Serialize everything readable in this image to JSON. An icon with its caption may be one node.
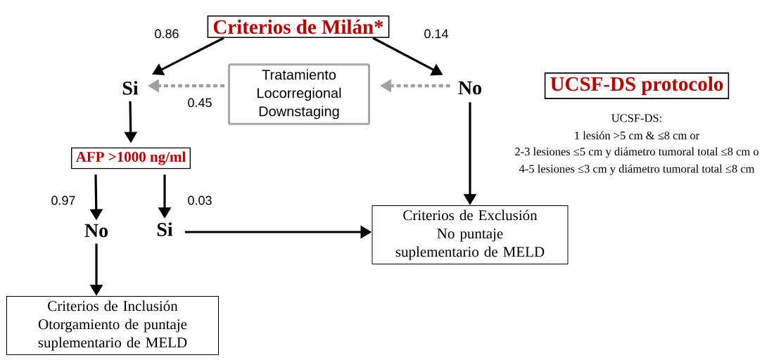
{
  "diagram": {
    "nodes": [
      {
        "text": [
          "Criterios de Milán*"
        ]
      },
      {
        "text": [
          "Si"
        ]
      },
      {
        "text": [
          "No"
        ]
      },
      {
        "text": [
          "Tratamiento Locorregional Downstaging"
        ]
      },
      {
        "text": [
          "AFP >1000 ng/ml"
        ]
      },
      {
        "text": [
          "No"
        ]
      },
      {
        "text": [
          "Si"
        ]
      },
      {
        "text": [
          "Criterios de Exclusión",
          "No puntaje suplementario de MELD"
        ]
      },
      {
        "text": [
          "Criterios de Inclusión",
          "Otorgamiento de puntaje suplementario de MELD"
        ]
      },
      {
        "text": [
          "UCSF-DS protocolo"
        ],
        "beside": [
          "UCSF-DS:",
          "1 lesión >5 cm & ≤8 cm or",
          "2-3 lesiones ≤5 cm y diámetro tumoral total ≤8 cm o",
          "4-5 lesiones ≤3 cm y diámetro tumoral total ≤8 cm"
        ]
      }
    ],
    "edges": [
      {
        "from": 0,
        "to": 1,
        "arrow": "to",
        "label": "0.86"
      },
      {
        "from": 0,
        "to": 2,
        "arrow": "to",
        "label": "0.14"
      },
      {
        "from": 3,
        "to": 1,
        "arrow": "to",
        "label": "0.45",
        "style": "dashed",
        "color": "#a0a0a0"
      },
      {
        "from": 2,
        "to": 3,
        "arrow": "to",
        "style": "dashed",
        "color": "#a0a0a0"
      },
      {
        "from": 1,
        "to": 4,
        "arrow": "to"
      },
      {
        "from": 4,
        "to": 5,
        "arrow": "to",
        "label": "0.97"
      },
      {
        "from": 4,
        "to": 6,
        "arrow": "to",
        "label": "0.03"
      },
      {
        "from": 6,
        "to": 7,
        "arrow": "to"
      },
      {
        "from": 2,
        "to": 7,
        "arrow": "to"
      },
      {
        "from": 5,
        "to": 8,
        "arrow": "to"
      }
    ]
  }
}
